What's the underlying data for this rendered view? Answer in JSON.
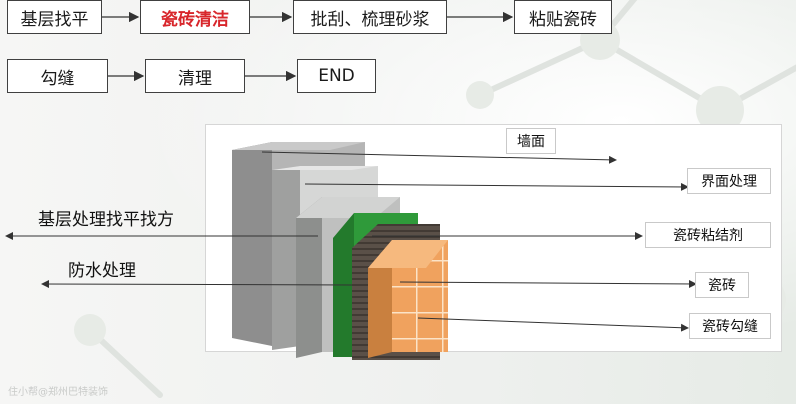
{
  "flow": {
    "row1": [
      "基层找平",
      "瓷砖清洁",
      "批刮、梳理砂浆",
      "粘贴瓷砖"
    ],
    "row2": [
      "勾缝",
      "清理",
      "END"
    ],
    "highlight_color": "#d8262b"
  },
  "layers": {
    "wall": "墙面",
    "interface": "界面处理",
    "leveling": "基层处理找平找方",
    "adhesive": "瓷砖粘结剂",
    "waterproof": "防水处理",
    "tile": "瓷砖",
    "grout": "瓷砖勾缝"
  },
  "colors": {
    "tile": "#f0a25e",
    "grout_lines": "#fbe3c7",
    "waterproof": "#2f9a3a",
    "adhesive": "#5a5048",
    "wall": "#a9a9a9"
  },
  "watermark": "住小帮@郑州巴特装饰"
}
